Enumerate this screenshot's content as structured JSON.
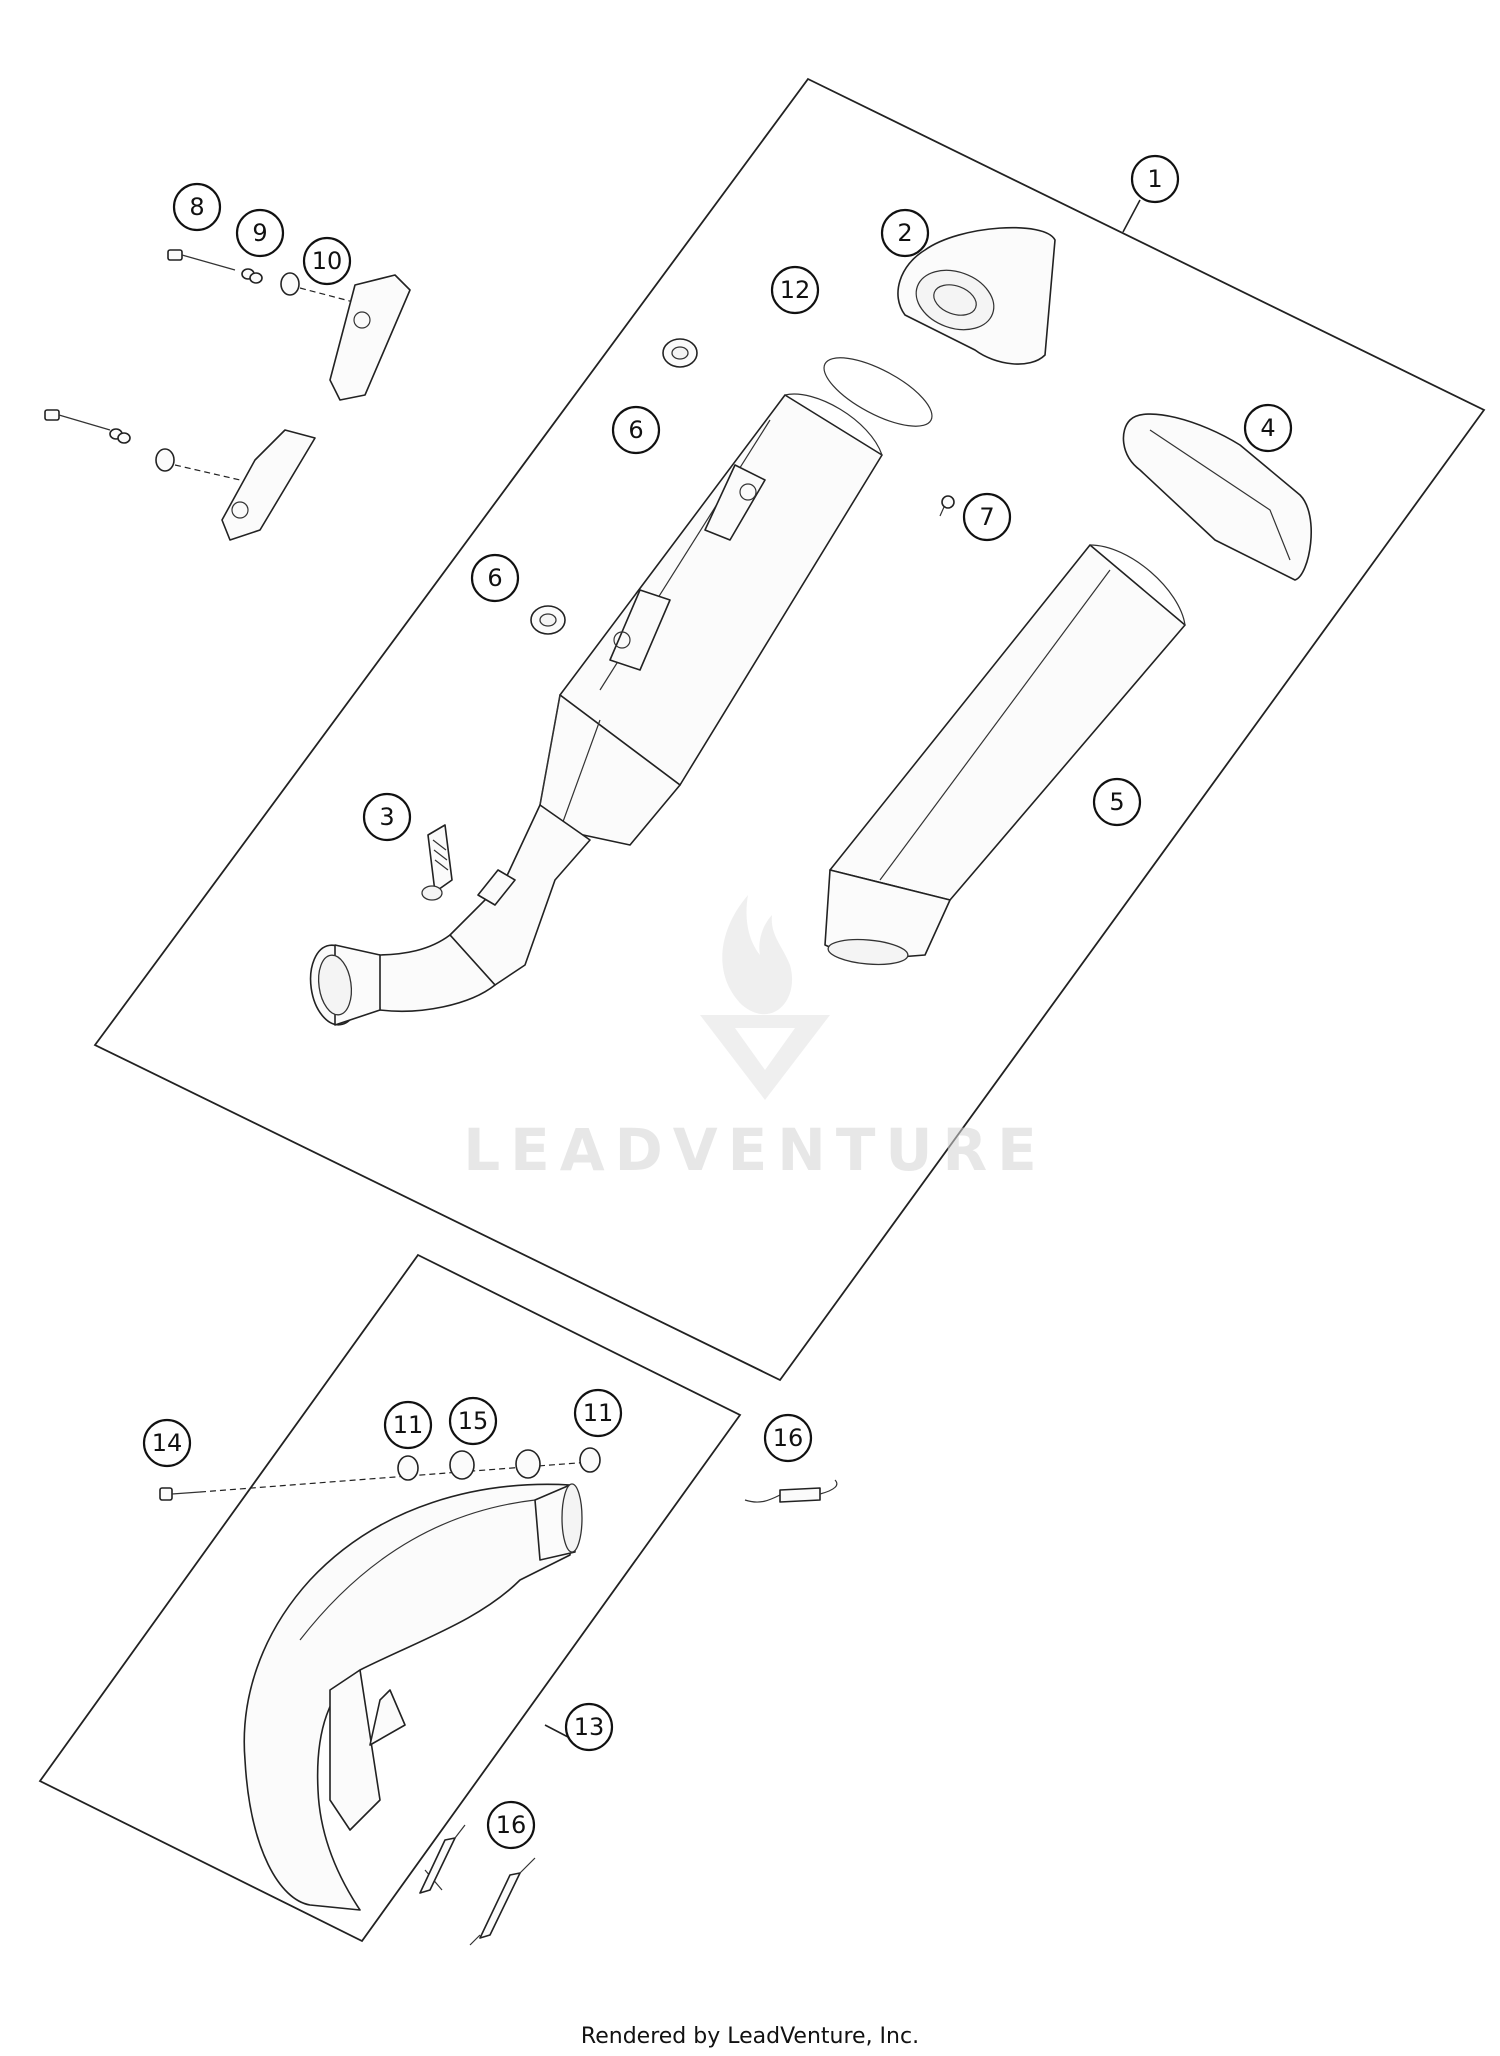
{
  "diagram": {
    "callouts": [
      {
        "id": "c1",
        "label": "1"
      },
      {
        "id": "c2",
        "label": "2"
      },
      {
        "id": "c3",
        "label": "3"
      },
      {
        "id": "c4",
        "label": "4"
      },
      {
        "id": "c5",
        "label": "5"
      },
      {
        "id": "c6a",
        "label": "6"
      },
      {
        "id": "c6b",
        "label": "6"
      },
      {
        "id": "c7",
        "label": "7"
      },
      {
        "id": "c8",
        "label": "8"
      },
      {
        "id": "c9",
        "label": "9"
      },
      {
        "id": "c10",
        "label": "10"
      },
      {
        "id": "c11a",
        "label": "11"
      },
      {
        "id": "c11b",
        "label": "11"
      },
      {
        "id": "c12",
        "label": "12"
      },
      {
        "id": "c13",
        "label": "13"
      },
      {
        "id": "c14",
        "label": "14"
      },
      {
        "id": "c15",
        "label": "15"
      },
      {
        "id": "c16a",
        "label": "16"
      },
      {
        "id": "c16b",
        "label": "16"
      }
    ]
  },
  "watermark": {
    "text": "LEADVENTURE"
  },
  "footer": {
    "text": "Rendered by LeadVenture, Inc."
  }
}
